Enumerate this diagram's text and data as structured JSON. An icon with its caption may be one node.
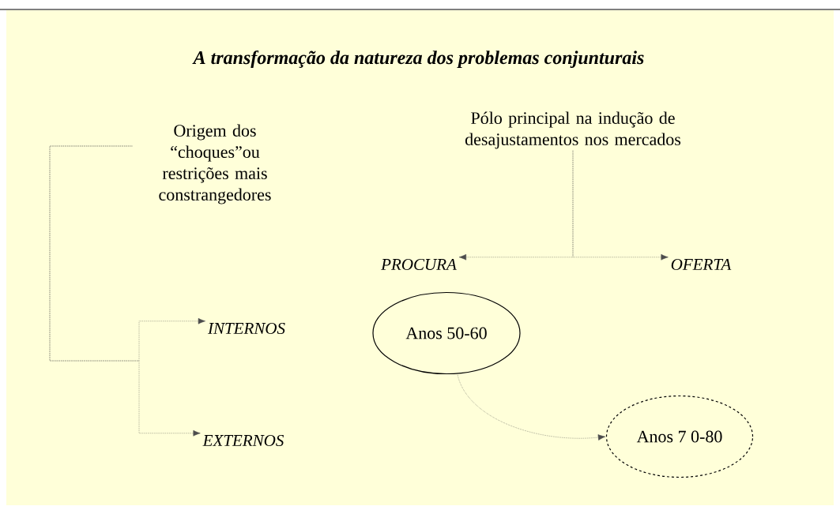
{
  "diagram": {
    "title": "A transformação da natureza dos problemas conjunturais",
    "nodes": [
      {
        "text": [
          "Origem dos “choques”ou restrições mais constrangedores"
        ]
      },
      {
        "text": [
          "Pólo principal na indução de desajustamentos nos mercados"
        ]
      },
      {
        "text": [
          "INTERNOS"
        ]
      },
      {
        "text": [
          "EXTERNOS"
        ]
      },
      {
        "text": [
          "PROCURA"
        ]
      },
      {
        "text": [
          "OFERTA"
        ]
      },
      {
        "text": [
          "Anos 50-60"
        ]
      },
      {
        "text": [
          "Anos 7 0-80"
        ]
      }
    ],
    "edges": [
      {
        "from": 0,
        "to": 2,
        "arrow": "to",
        "style": "dashed"
      },
      {
        "from": 0,
        "to": 3,
        "arrow": "to",
        "style": "dashed"
      },
      {
        "from": 1,
        "to": 4,
        "arrow": "to",
        "style": "dashed"
      },
      {
        "from": 1,
        "to": 5,
        "arrow": "to",
        "style": "dashed"
      },
      {
        "from": 6,
        "to": 7,
        "arrow": "to",
        "style": "dashed"
      }
    ]
  }
}
